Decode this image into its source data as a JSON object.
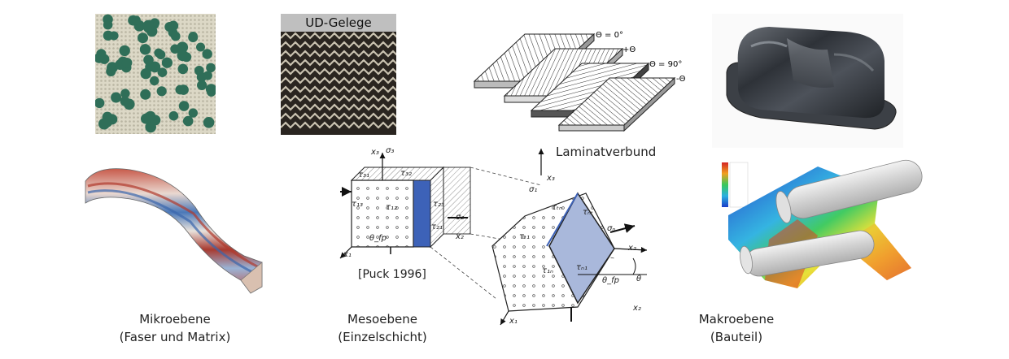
{
  "top": {
    "ud_header": "UD-Gelege",
    "laminate_caption": "Laminatverbund",
    "angles": [
      "Θ = 0°",
      "+Θ",
      "Θ = 90°",
      "-Θ"
    ]
  },
  "meso_diagram": {
    "citation": "[Puck 1996]",
    "symbols": {
      "x3": "x₃",
      "x2": "x₂",
      "x1": "x₁",
      "sigma3": "σ₃",
      "sigma2": "σ₂",
      "sigma1": "σ₁",
      "sigma_n": "σₙ",
      "tau31": "τ₃₁",
      "tau32": "τ₃₂",
      "tau13": "τ₁₃",
      "tau12": "τ₁₂",
      "tau23": "τ₂₃",
      "tau21": "τ₂₁",
      "tau_nt": "τₙₜ",
      "tau_tn": "τₜₙ",
      "tau_1n": "τ₁ₙ",
      "tau_n1": "τₙ₁",
      "tau_t1": "τₜ₁",
      "theta_fp": "θ_fp",
      "theta": "θ"
    }
  },
  "labels": {
    "micro": {
      "line1": "Mikroebene",
      "line2": "(Faser und Matrix)"
    },
    "meso": {
      "line1": "Mesoebene",
      "line2": "(Einzelschicht)"
    },
    "macro": {
      "line1": "Makroebene",
      "line2": "(Bauteil)"
    }
  },
  "colors": {
    "fiber": "#2f6e58",
    "matrix": "#d8d6c8",
    "fabric_dark": "#2a2520",
    "ud_header_bg": "#bfbfbf",
    "blue_face": "#3d62b8",
    "component_grey": "#4a4e55"
  }
}
